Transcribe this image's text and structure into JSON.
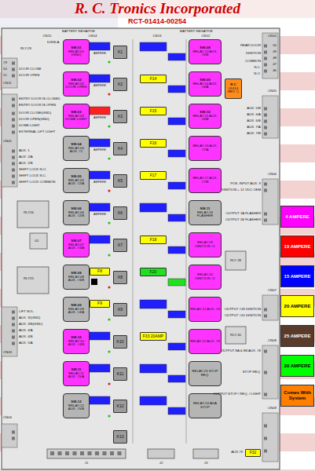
{
  "diagram": {
    "title": "R. C. Tronics Incorporated",
    "nodes": [
      {
        "text": [
          "SW-01",
          "RELAY-01 (GND)"
        ]
      },
      {
        "text": [
          "SW-02",
          "RELAY-02 DOOR OPEN"
        ]
      },
      {
        "text": [
          "SW-03",
          "RELAY-03 DOME LIGHT"
        ]
      },
      {
        "text": [
          "SW-04",
          "RELAY-04 AUX. #1"
        ]
      },
      {
        "text": [
          "SW-05",
          "RELAY-05 AUX. #2/A"
        ]
      },
      {
        "text": [
          "SW-06",
          "RELAY-06 AUX. #2/B"
        ]
      },
      {
        "text": [
          "SW-07",
          "RELAY-07 AUX. #3/A"
        ]
      },
      {
        "text": [
          "SW-08",
          "RELAY-08 AUX. #3/B"
        ]
      },
      {
        "text": [
          "SW-09",
          "RELAY-09 AUX. #4/A"
        ]
      },
      {
        "text": [
          "SW-10",
          "RELAY-10 AUX. #4/B"
        ]
      },
      {
        "text": [
          "SW-11",
          "RELAY-11 AUX. #5/A"
        ]
      },
      {
        "text": [
          "SW-12",
          "RELAY-12 AUX. #5/B"
        ]
      },
      {
        "text": [
          "F8"
        ]
      },
      {
        "text": [
          "F9"
        ]
      },
      {
        "text": [
          "K1"
        ]
      },
      {
        "text": [
          "K2"
        ]
      },
      {
        "text": [
          "K3"
        ]
      },
      {
        "text": [
          "K4"
        ]
      },
      {
        "text": [
          "K5"
        ]
      },
      {
        "text": [
          "K6"
        ]
      },
      {
        "text": [
          "K7"
        ]
      },
      {
        "text": [
          "K8"
        ]
      },
      {
        "text": [
          "K9"
        ]
      },
      {
        "text": [
          "K10"
        ]
      },
      {
        "text": [
          "K11"
        ]
      },
      {
        "text": [
          "K12"
        ]
      },
      {
        "text": [
          "K13"
        ]
      },
      {
        "text": [
          "F14"
        ]
      },
      {
        "text": [
          "F15"
        ]
      },
      {
        "text": [
          "F16"
        ]
      },
      {
        "text": [
          "F17"
        ]
      },
      {
        "text": [
          "F18"
        ]
      },
      {
        "text": [
          "F20"
        ]
      },
      {
        "text": [
          "F33 20AMP"
        ]
      },
      {
        "text": [
          "SW-08",
          "RELAY-13 AUX. #5/B"
        ]
      },
      {
        "text": [
          "SW-09",
          "RELAY-14 AUX. #6/A"
        ]
      },
      {
        "text": [
          "SW-10",
          "RELAY-15 AUX. #6/B"
        ]
      },
      {
        "text": [
          "RELAY-16 AUX. #7/A"
        ]
      },
      {
        "text": [
          "RELAY-17 AUX. #7/B"
        ]
      },
      {
        "text": [
          "SW-11",
          "RELAY-18 FLASHER"
        ]
      },
      {
        "text": [
          "RELAY-19 IGNITION #1"
        ]
      },
      {
        "text": [
          "RELAY-20 IGNITION #2"
        ]
      },
      {
        "text": [
          "RELAY-21 AUX. #8"
        ]
      },
      {
        "text": [
          "RELAY-22 AUX. #8"
        ]
      },
      {
        "text": [
          "RELAY-23 STOP REQ."
        ]
      },
      {
        "text": [
          "RELAY-24 ADA STOP"
        ]
      },
      {
        "text": [
          "R C",
          "01414 REV. C"
        ]
      },
      {
        "text": [
          "F32"
        ]
      }
    ],
    "labels": [
      "RCT-01414-00254",
      "BATTERY NEGATIVE",
      "CN15",
      "CN14",
      "BATTERY NEGATIVE",
      "CN13",
      "CN12",
      "D/SW-A",
      "RLY-29",
      "#9",
      "50",
      "51",
      "CN11",
      "DOOR CLOSE",
      "DOOR OPEN",
      "ENTRY DOOR IS CLOSED",
      "ENTRY DOOR IS OPEN",
      "DOOR CLOSE(GND)",
      "DOOR OPEN(GND)",
      "DOME LIGHT",
      "EXTERNAL LIFT LIGHT",
      "CN01",
      "AUX. 1",
      "AUX. 2/A",
      "AUX. 2/B",
      "SHIFT LOCK N.O.",
      "SHIFT LOCK N.C.",
      "SHIFT LOCK COMMON",
      "RLY26",
      "U1",
      "RLY25",
      "LIFT SOL.",
      "AUX. 3/(GND)",
      "AUX. 3/B(GND)",
      "AUX. 4/A",
      "AUX. 4/B",
      "AUX. 5/A",
      "CN03",
      "CN04",
      "J1",
      "J2",
      "J3",
      "AMPERE",
      "AMPERE",
      "AMPERE",
      "AMPERE",
      "AMPERE",
      "AMPERE",
      "CN10",
      "50",
      "49",
      "48",
      "47",
      "46",
      "REAR DOOR",
      "IGNITION",
      "COMMON",
      "N.C.",
      "N.O.",
      "CN05",
      "AUX. 5/B",
      "AUX. 6/A",
      "AUX. 6/B",
      "AUX. 7/A",
      "AUX. 7/B",
      "POS. INPUT AUX. 9",
      "IGNITION + 12 VDC OEM",
      "CN06",
      "OUTPUT 1A FLASHER",
      "OUTPUT 1B FLASHER",
      "RLY 28",
      "CN07",
      "OUTPUT #18 IGNITION",
      "OUTPUT #20 IGNITION",
      "RLY-30",
      "OUTPUT 8A & 8B AUX. #8",
      "CN08",
      "STOP REQ.",
      "OUTPUT STOP / REQ. / LIGHT",
      "CN09",
      "AUX #9"
    ],
    "legend": [
      {
        "text": "4 AMPERE",
        "color": "#ff00ff"
      },
      {
        "text": "10 AMPERE",
        "color": "#ff0000"
      },
      {
        "text": "15 AMPERE",
        "color": "#0000ff"
      },
      {
        "text": "20 AMPERE",
        "color": "#ffff00"
      },
      {
        "text": "25 AMPERE",
        "color": "#5a3a2a"
      },
      {
        "text": "30 AMPERE",
        "color": "#00ff00"
      },
      {
        "text": "Comes With System",
        "color": "#ff8000"
      }
    ]
  }
}
